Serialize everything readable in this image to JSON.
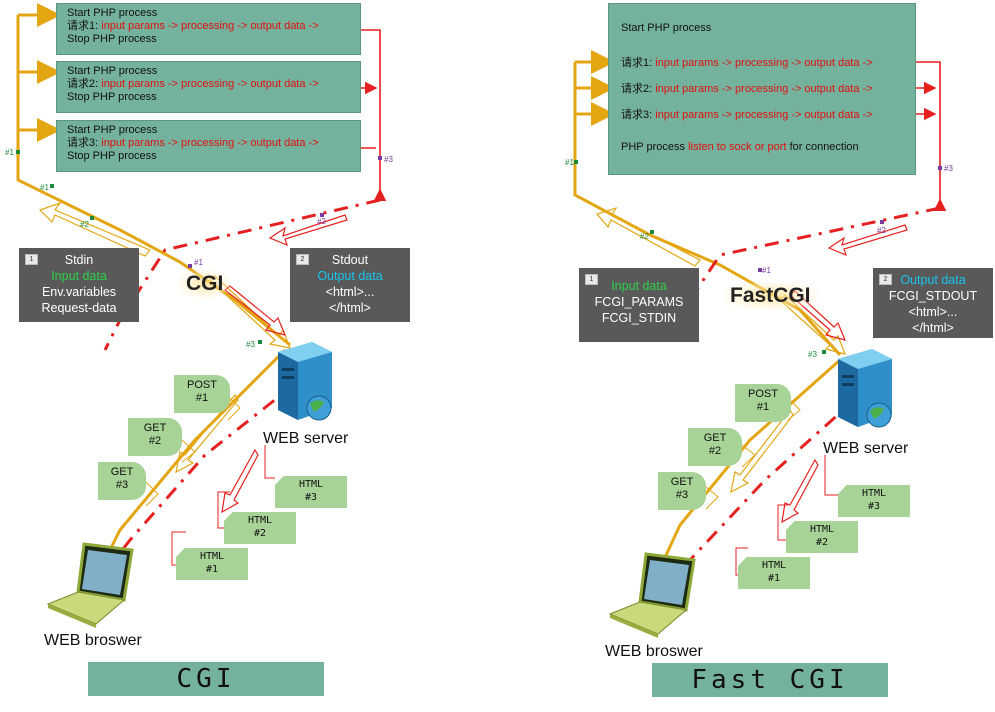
{
  "left": {
    "processes": [
      {
        "line1": "Start PHP process",
        "req": "请求1:",
        "flow": "input params -> processing -> output data ->",
        "line3": "Stop PHP process"
      },
      {
        "line1": "Start PHP process",
        "req": "请求2:",
        "flow": "input params -> processing -> output data ->",
        "line3": "Stop PHP process"
      },
      {
        "line1": "Start PHP process",
        "req": "请求3:",
        "flow": "input params -> processing -> output data ->",
        "line3": "Stop PHP process"
      }
    ],
    "stdin_box": {
      "title": "Stdin",
      "highlight": "Input data",
      "lines": [
        "Env.variables",
        "Request-data"
      ]
    },
    "stdout_box": {
      "title": "Stdout",
      "highlight": "Output data",
      "lines": [
        "<html>...",
        "</html>"
      ]
    },
    "protocol": "CGI",
    "server_label": "WEB server",
    "browser_label": "WEB broswer",
    "requests": [
      {
        "method": "POST",
        "num": "#1"
      },
      {
        "method": "GET",
        "num": "#2"
      },
      {
        "method": "GET",
        "num": "#3"
      }
    ],
    "responses": [
      {
        "tag": "HTML",
        "num": "#3"
      },
      {
        "tag": "HTML",
        "num": "#2"
      },
      {
        "tag": "HTML",
        "num": "#1"
      }
    ],
    "caption": "CGI"
  },
  "right": {
    "process": {
      "start": "Start PHP process",
      "requests": [
        {
          "req": "请求1:",
          "flow": "input params -> processing -> output data ->"
        },
        {
          "req": "请求2:",
          "flow": "input params -> processing -> output data ->"
        },
        {
          "req": "请求3:",
          "flow": "input params -> processing -> output data ->"
        }
      ],
      "listen_pre": "PHP process",
      "listen_red": "listen to sock or port",
      "listen_post": "for connection"
    },
    "input_box": {
      "highlight": "Input data",
      "lines": [
        "FCGI_PARAMS",
        "FCGI_STDIN"
      ]
    },
    "output_box": {
      "highlight": "Output data",
      "lines": [
        "FCGI_STDOUT",
        "<html>...",
        "</html>"
      ]
    },
    "protocol": "FastCGI",
    "server_label": "WEB server",
    "browser_label": "WEB broswer",
    "requests": [
      {
        "method": "POST",
        "num": "#1"
      },
      {
        "method": "GET",
        "num": "#2"
      },
      {
        "method": "GET",
        "num": "#3"
      }
    ],
    "responses": [
      {
        "tag": "HTML",
        "num": "#3"
      },
      {
        "tag": "HTML",
        "num": "#2"
      },
      {
        "tag": "HTML",
        "num": "#1"
      }
    ],
    "caption": "Fast CGI"
  },
  "markers": {
    "m1": "#1",
    "m2": "#2",
    "m3": "#3"
  },
  "box_icons": {
    "input": "1",
    "output": "2"
  },
  "colors": {
    "teal": "#74b29d",
    "gold": "#e3a612",
    "red": "#e52020",
    "dark_box": "#595959",
    "flag_green": "#a8d396"
  }
}
